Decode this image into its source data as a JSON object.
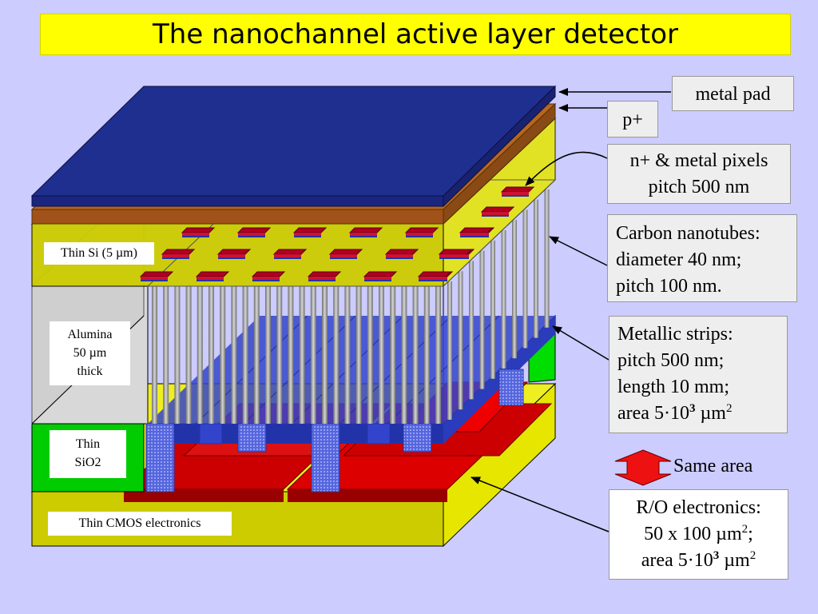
{
  "title": "The nanochannel active layer detector",
  "labels": {
    "metal_pad": "metal pad",
    "p_plus": "p+",
    "pixels_line1": "n+ & metal pixels",
    "pixels_line2": "pitch 500 nm",
    "cnt_line1": "Carbon nanotubes:",
    "cnt_line2": "diameter 40 nm;",
    "cnt_line3": "pitch 100 nm.",
    "strips_line1": "Metallic strips:",
    "strips_line2": "pitch 500 nm;",
    "strips_line3": "length 10 mm;",
    "strips_line4_pre": "area 5·10",
    "strips_line4_exp": "3",
    "strips_line4_unit": " µm",
    "strips_line4_unit_exp": "2",
    "same_area": "Same area",
    "ro_line1": "R/O electronics:",
    "ro_line2_pre": "50 x 100 µm",
    "ro_line2_exp": "2",
    "ro_line2_post": ";",
    "ro_line3_pre": "area 5·10",
    "ro_line3_exp": "3",
    "ro_line3_unit": " µm",
    "ro_line3_unit_exp": "2",
    "thin_si": "Thin Si (5 µm)",
    "alumina_line1": "Alumina",
    "alumina_line2": "50 µm",
    "alumina_line3": "thick",
    "sio2_line1": "Thin",
    "sio2_line2": "SiO2",
    "cmos": "Thin CMOS electronics"
  },
  "colors": {
    "background": "#ccccff",
    "title_bg": "#ffff00",
    "metal_pad": "#1f2f8f",
    "p_plus": "#a0521a",
    "silicon": "#e6e600",
    "alumina": "#d8d8d8",
    "sio2": "#00cc00",
    "readout": "#cc0000",
    "strips": "#3344cc",
    "nanotube": "#9a9a9a",
    "pixel_red": "#b00020"
  }
}
